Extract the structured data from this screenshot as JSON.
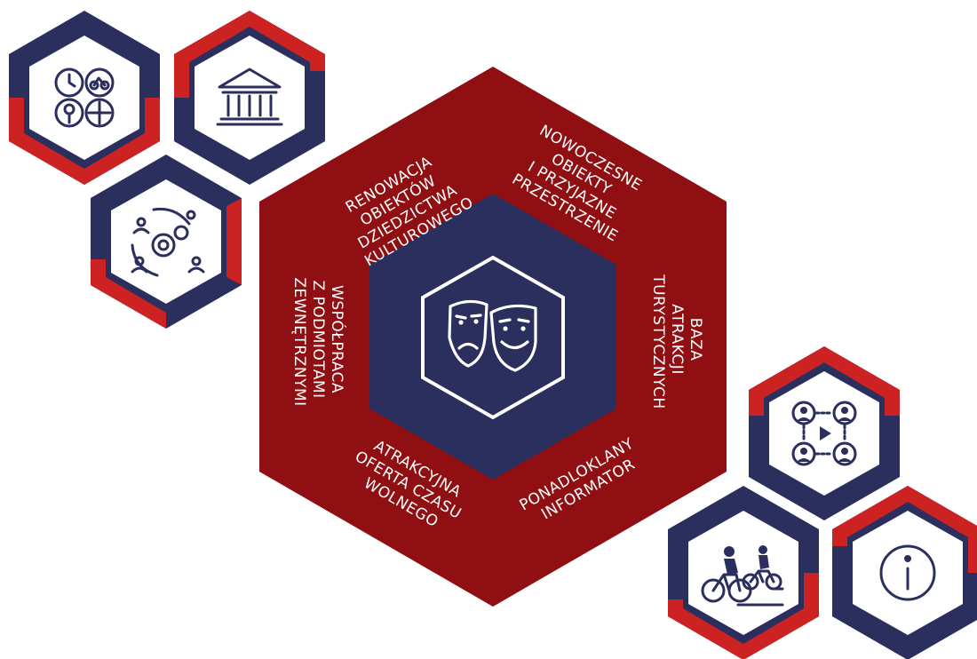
{
  "colors": {
    "navy": "#2b2f5e",
    "red": "#cc2222",
    "crimson": "#8f0f12",
    "white": "#ffffff"
  },
  "center": {
    "icon": "theater-masks-icon"
  },
  "segments": [
    {
      "id": "heritage",
      "lines": [
        "RENOWACJA",
        "OBIEKTÓW",
        "DZIEDZICTWA",
        "KULTUROWEGO"
      ]
    },
    {
      "id": "modern",
      "lines": [
        "NOWOCZESNE",
        "OBIEKTY",
        "I PRZYJAZNE",
        "PRZESTRZENIE"
      ]
    },
    {
      "id": "attractions",
      "lines": [
        "BAZA",
        "ATRAKCJI",
        "TURYSTYCZNYCH"
      ]
    },
    {
      "id": "informator",
      "lines": [
        "PONADLOKLANY",
        "INFORMATOR"
      ]
    },
    {
      "id": "leisure",
      "lines": [
        "ATRAKCYJNA",
        "OFERTA CZASU",
        "WOLNEGO"
      ]
    },
    {
      "id": "cooperation",
      "lines": [
        "WSPÓŁPRACA",
        "Z PODMIOTAMI",
        "ZEWNĘTRZNYMI"
      ]
    }
  ],
  "satellites": [
    {
      "id": "sat-activities",
      "icon": "activities-icon"
    },
    {
      "id": "sat-museum",
      "icon": "museum-icon"
    },
    {
      "id": "sat-collaboration",
      "icon": "collaboration-gears-icon"
    },
    {
      "id": "sat-video-meeting",
      "icon": "video-meeting-icon"
    },
    {
      "id": "sat-cycling",
      "icon": "cycling-icon"
    },
    {
      "id": "sat-info",
      "icon": "info-icon"
    }
  ]
}
